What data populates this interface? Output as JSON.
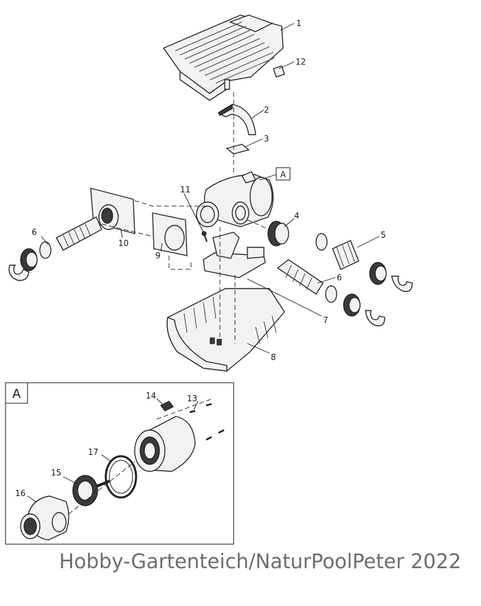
{
  "labels": {
    "p1": "1",
    "p2": "2",
    "p3": "3",
    "p4": "4",
    "p5": "5",
    "p6a": "6",
    "p6b": "6",
    "p7": "7",
    "p8": "8",
    "p9": "9",
    "p10": "10",
    "p11": "11",
    "p12": "12",
    "p13": "13",
    "p14": "14",
    "p15": "15",
    "p16": "16",
    "p17": "17"
  },
  "detail_ref": "A",
  "detail_box_label": "A",
  "credit": "Hobby-Gartenteich/NaturPoolPeter 2022"
}
